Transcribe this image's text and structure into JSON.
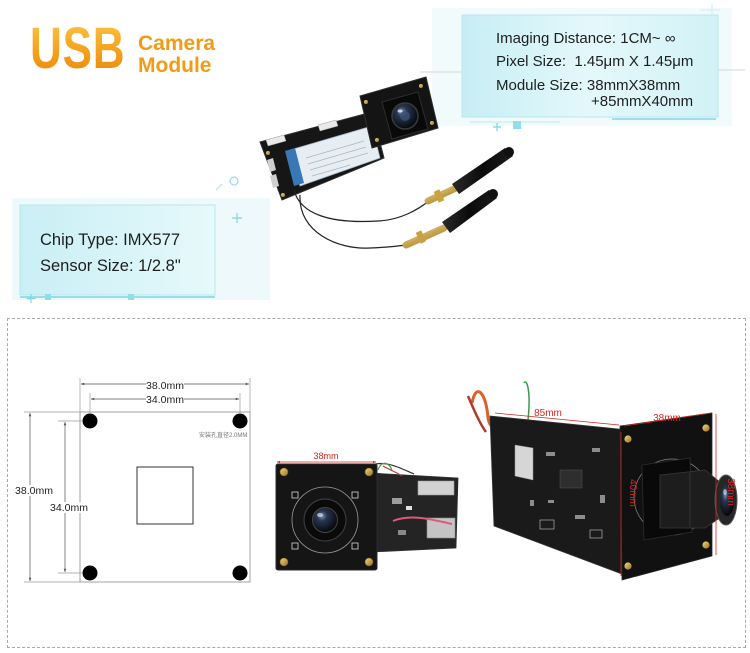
{
  "header": {
    "usb": "USB",
    "camera": "Camera",
    "module": "Module"
  },
  "specs_top": {
    "imaging_distance": "Imaging Distance: 1CM~ ∞",
    "pixel_size": "Pixel Size:  1.45μm X 1.45μm",
    "module_size": "Module Size: 38mmX38mm",
    "module_size_extra": "+85mmX40mm"
  },
  "specs_left": {
    "chip_type": "Chip Type: IMX577",
    "sensor_size": "Sensor Size: 1/2.8\""
  },
  "dimension_drawing": {
    "outer_width": "38.0mm",
    "hole_spacing_width": "34.0mm",
    "outer_height": "38.0mm",
    "hole_spacing_height": "34.0mm",
    "hole_note": "安装孔直径2.0MM"
  },
  "front_photo": {
    "width_label": "38mm"
  },
  "side_photo": {
    "board_length_label": "85mm",
    "camera_width_label": "38mm",
    "board_height_label": "40mm",
    "camera_height_label": "38mm"
  },
  "colors": {
    "title_orange": "#f29b14",
    "dimension_red": "#d7261e",
    "spec_panel_cyan": "#d6f3f7",
    "text": "#222222"
  }
}
